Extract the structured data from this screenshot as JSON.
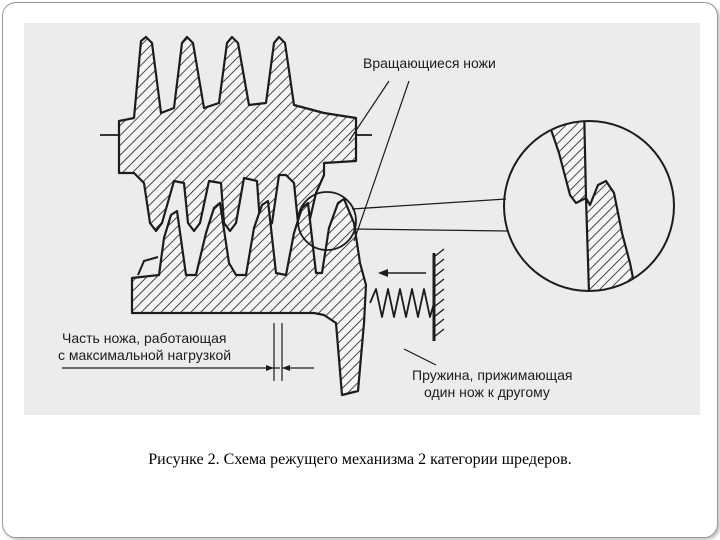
{
  "labels": {
    "rotating_knives": "Вращающиеся ножи",
    "knife_part_line1": "Часть ножа, работающая",
    "knife_part_line2": "с максимальной нагрузкой",
    "spring_line1": "Пружина, прижимающая",
    "spring_line2": "один нож к другому"
  },
  "caption": "Рисунке 2. Схема режущего механизма 2 категории шредеров.",
  "colors": {
    "background": "#ffffff",
    "scan": "#ececec",
    "ink": "#1c1c1c",
    "frame": "#9a9a9a"
  }
}
